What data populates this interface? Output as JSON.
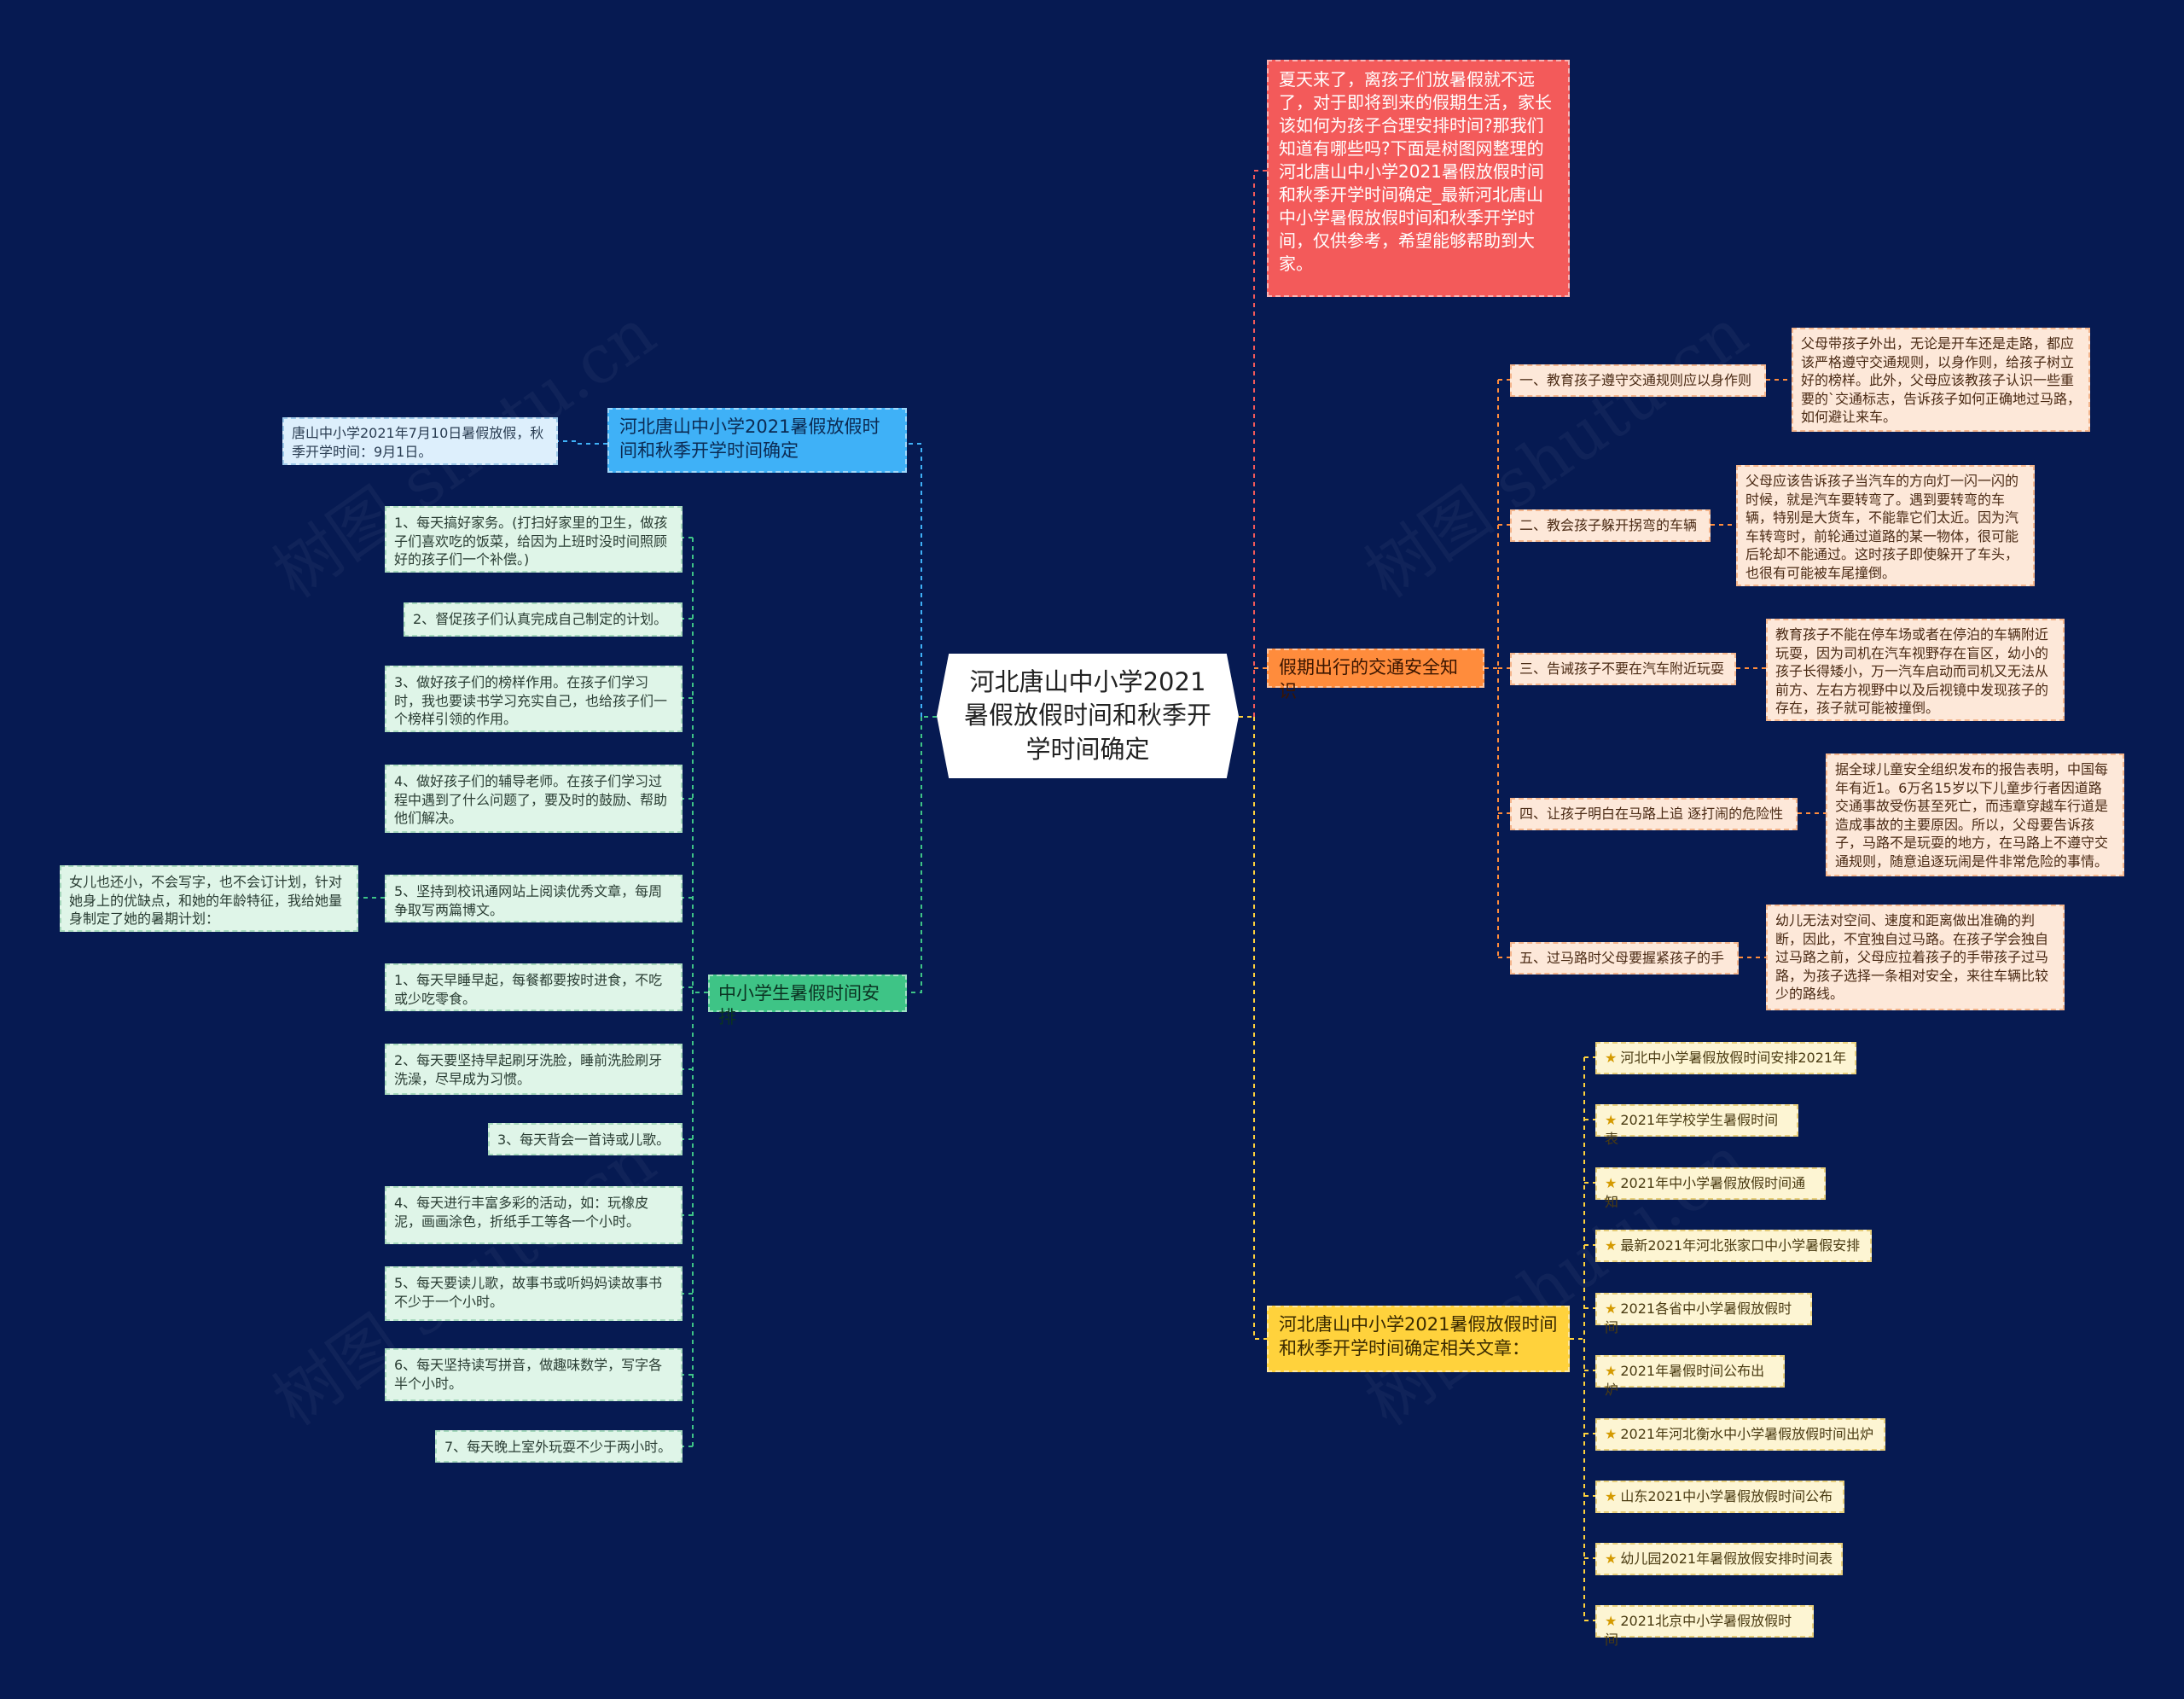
{
  "center": {
    "label": "河北唐山中小学2021暑假放假时间和秋季开学时间确定"
  },
  "intro": {
    "text": "夏天来了，离孩子们放暑假就不远了，对于即将到来的假期生活，家长该如何为孩子合理安排时间?那我们知道有哪些吗?下面是树图网整理的河北唐山中小学2021暑假放假时间和秋季开学时间确定_最新河北唐山中小学暑假放假时间和秋季开学时间，仅供参考，希望能够帮助到大家。"
  },
  "left_branches": [
    {
      "label": "河北唐山中小学2021暑假放假时间和秋季开学时间确定",
      "children": [
        {
          "text": "唐山中小学2021年7月10日暑假放假，秋季开学时间：9月1日。"
        }
      ]
    },
    {
      "label": "中小学生暑假时间安排",
      "groups": [
        {
          "note": "女儿也还小，不会写字，也不会订计划，针对她身上的优缺点，和她的年龄特征，我给她量身制定了她的暑期计划：",
          "items": [
            {
              "text": "1、每天搞好家务。(打扫好家里的卫生，做孩子们喜欢吃的饭菜，给因为上班时没时间照顾好的孩子们一个补偿。)"
            },
            {
              "text": "2、督促孩子们认真完成自己制定的计划。"
            },
            {
              "text": "3、做好孩子们的榜样作用。在孩子们学习时，我也要读书学习充实自己，也给孩子们一个榜样引领的作用。"
            },
            {
              "text": "4、做好孩子们的辅导老师。在孩子们学习过程中遇到了什么问题了，要及时的鼓励、帮助他们解决。"
            },
            {
              "text": "5、坚持到校讯通网站上阅读优秀文章，每周争取写两篇博文。"
            }
          ]
        },
        {
          "items": [
            {
              "text": "1、每天早睡早起，每餐都要按时进食，不吃或少吃零食。"
            },
            {
              "text": "2、每天要坚持早起刷牙洗脸，睡前洗脸刷牙洗澡，尽早成为习惯。"
            },
            {
              "text": "3、每天背会一首诗或儿歌。"
            },
            {
              "text": "4、每天进行丰富多彩的活动，如：玩橡皮泥，画画涂色，折纸手工等各一个小时。"
            },
            {
              "text": "5、每天要读儿歌，故事书或听妈妈读故事书不少于一个小时。"
            },
            {
              "text": "6、每天坚持读写拼音，做趣味数学，写字各半个小时。"
            },
            {
              "text": "7、每天晚上室外玩耍不少于两小时。"
            }
          ]
        }
      ]
    }
  ],
  "right_branches": [
    {
      "label": "假期出行的交通安全知识",
      "children": [
        {
          "label": "一、教育孩子遵守交通规则应以身作则",
          "detail": "父母带孩子外出，无论是开车还是走路，都应该严格遵守交通规则，以身作则，给孩子树立好的榜样。此外，父母应该教孩子认识一些重要的`交通标志，告诉孩子如何正确地过马路，如何避让来车。"
        },
        {
          "label": "二、教会孩子躲开拐弯的车辆",
          "detail": "父母应该告诉孩子当汽车的方向灯一闪一闪的时候，就是汽车要转弯了。遇到要转弯的车辆，特别是大货车，不能靠它们太近。因为汽车转弯时，前轮通过道路的某一物体，很可能后轮却不能通过。这时孩子即使躲开了车头，也很有可能被车尾撞倒。"
        },
        {
          "label": "三、告诫孩子不要在汽车附近玩耍",
          "detail": "教育孩子不能在停车场或者在停泊的车辆附近玩耍，因为司机在汽车视野存在盲区，幼小的孩子长得矮小，万一汽车启动而司机又无法从前方、左右方视野中以及后视镜中发现孩子的存在，孩子就可能被撞倒。"
        },
        {
          "label": "四、让孩子明白在马路上追 逐打闹的危险性",
          "detail": "据全球儿童安全组织发布的报告表明，中国每年有近1。6万名15岁以下儿童步行者因道路交通事故受伤甚至死亡，而违章穿越车行道是造成事故的主要原因。所以，父母要告诉孩子，马路不是玩耍的地方，在马路上不遵守交通规则，随意追逐玩闹是件非常危险的事情。"
        },
        {
          "label": "五、过马路时父母要握紧孩子的手",
          "detail": "幼儿无法对空间、速度和距离做出准确的判断，因此，不宜独自过马路。在孩子学会独自过马路之前，父母应拉着孩子的手带孩子过马路，为孩子选择一条相对安全，来往车辆比较少的路线。"
        }
      ]
    },
    {
      "label": "河北唐山中小学2021暑假放假时间和秋季开学时间确定相关文章：",
      "star": "★",
      "children": [
        {
          "text": "河北中小学暑假放假时间安排2021年"
        },
        {
          "text": "2021年学校学生暑假时间表"
        },
        {
          "text": "2021年中小学暑假放假时间通知"
        },
        {
          "text": "最新2021年河北张家口中小学暑假安排"
        },
        {
          "text": "2021各省中小学暑假放假时间"
        },
        {
          "text": "2021年暑假时间公布出炉"
        },
        {
          "text": "2021年河北衡水中小学暑假放假时间出炉"
        },
        {
          "text": "山东2021中小学暑假放假时间公布"
        },
        {
          "text": "幼儿园2021年暑假放假安排时间表"
        },
        {
          "text": "2021北京中小学暑假放假时间"
        }
      ]
    }
  ],
  "watermark": "树图 shutu.cn",
  "colors": {
    "background": "#061a52",
    "intro": "#f35a5a",
    "branch_blue": "#3fb1f7",
    "branch_green": "#3ec486",
    "branch_orange": "#ff8c3c",
    "branch_yellow": "#ffd23c",
    "leaf_blue": "#ddeffc",
    "leaf_green": "#dff5e8",
    "leaf_orange": "#fde8d9",
    "leaf_yellow": "#fdf5d3"
  }
}
